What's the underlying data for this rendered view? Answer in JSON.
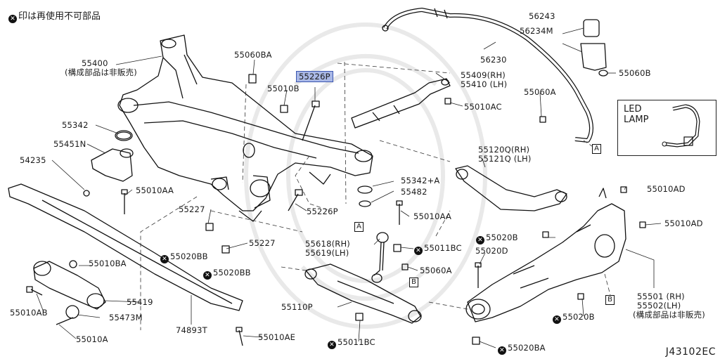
{
  "note": {
    "symbol": "✕",
    "text": "印は再使用不可部品"
  },
  "diagram_code": "J43102EC",
  "inset": {
    "text": "LED\nLAMP"
  },
  "refs": {
    "A": "A",
    "B": "B"
  },
  "parts": {
    "p55400": "55400",
    "p55400_note": "(構成部品は非販売)",
    "p55060BA": "55060BA",
    "p55226P_hl": "55226P",
    "p55010B": "55010B",
    "p55342": "55342",
    "p55451N": "55451N",
    "p54235": "54235",
    "p55010AA_l": "55010AA",
    "p55227_a": "55227",
    "p55020BB_a": "55020BB",
    "p55227_b": "55227",
    "p55020BB_b": "55020BB",
    "p55226P": "55226P",
    "p55342A": "55342+A",
    "p55482": "55482",
    "p55010AA_c": "55010AA",
    "p55618": "55618(RH)",
    "p55619": "55619(LH)",
    "p55011BC_a": "55011BC",
    "p55060A_c": "55060A",
    "p55110P": "55110P",
    "p55011BC_b": "55011BC",
    "p55010BA": "55010BA",
    "p55419": "55419",
    "p55473M": "55473M",
    "p55010AB": "55010AB",
    "p55010A": "55010A",
    "p74893T": "74893T",
    "p55010AE": "55010AE",
    "p56230": "56230",
    "p56243": "56243",
    "p56234M": "56234M",
    "p55060B": "55060B",
    "p55409": "55409(RH)",
    "p55410": "55410 (LH)",
    "p55010AC": "55010AC",
    "p55060A_r": "55060A",
    "p55120Q": "55120Q(RH)",
    "p55121Q": "55121Q (LH)",
    "p55010AD_a": "55010AD",
    "p55010AD_b": "55010AD",
    "p55020B_a": "55020B",
    "p55020D": "55020D",
    "p55501": "55501 (RH)",
    "p55502": "55502(LH)",
    "p55501_note": "(構成部品は非販売)",
    "p55020B_b": "55020B",
    "p55020BA": "55020BA"
  }
}
